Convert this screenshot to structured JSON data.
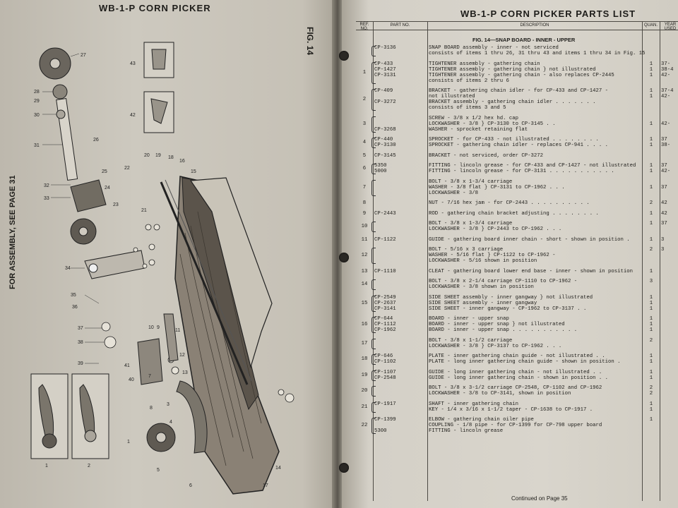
{
  "left_page": {
    "header": "WB-1-P CORN PICKER",
    "fig_label": "FIG. 14",
    "side_note": "FOR ASSEMBLY, SEE PAGE 31",
    "callouts": [
      "1",
      "2",
      "3",
      "4",
      "5",
      "6",
      "7",
      "8",
      "9",
      "10",
      "11",
      "12",
      "13",
      "14",
      "15",
      "16",
      "17",
      "18",
      "19",
      "20",
      "21",
      "22",
      "23",
      "24",
      "25",
      "26",
      "27",
      "28",
      "29",
      "30",
      "31",
      "32",
      "33",
      "34",
      "35",
      "36",
      "37",
      "38",
      "39",
      "40",
      "41",
      "42",
      "43"
    ]
  },
  "right_page": {
    "header": "WB-1-P CORN PICKER PARTS LIST",
    "columns": {
      "ref": "REF. NO.",
      "part": "PART NO.",
      "desc": "DESCRIPTION",
      "qty": "QUAN.",
      "year": "YEAR USED"
    },
    "fig_title": "FIG. 14—SNAP BOARD - INNER - UPPER",
    "footer": "Continued on Page 35",
    "rows": [
      {
        "ref": "",
        "parts": [
          "CP-3136"
        ],
        "desc": [
          "SNAP BOARD assembly - inner - not serviced",
          "consists of items 1 thru 26, 31 thru 43 and items 1 thru 34 in Fig. 15"
        ],
        "qty": [
          ""
        ],
        "year": [
          ""
        ]
      },
      {
        "ref": "1",
        "parts": [
          "CP-433",
          "CP-1427",
          "CP-3131"
        ],
        "desc": [
          "TIGHTENER assembly - gathering chain",
          "TIGHTENER assembly - gathering chain    } not illustrated",
          "TIGHTENER assembly - gathering chain - also replaces CP-2445",
          "consists of items 2 thru 6"
        ],
        "qty": [
          "1",
          "1",
          "1"
        ],
        "year": [
          "37-",
          "38-4",
          "42-"
        ]
      },
      {
        "ref": "2",
        "parts": [
          "CP-409",
          "",
          "CP-3272"
        ],
        "desc": [
          "BRACKET - gathering chain idler - for CP-433 and CP-1427 -",
          "not illustrated",
          "BRACKET assembly - gathering chain idler . . . . . . .",
          "consists of items 3 and 5"
        ],
        "qty": [
          "1",
          "1"
        ],
        "year": [
          "37-4",
          "42-"
        ]
      },
      {
        "ref": "3",
        "parts": [
          "",
          "",
          "CP-3268"
        ],
        "desc": [
          "SCREW - 3/8 x 1/2 hex hd. cap",
          "LOCKWASHER - 3/8              } CP-3130 to CP-3145 . .",
          "WASHER - sprocket retaining flat"
        ],
        "qty": [
          "",
          "1"
        ],
        "year": [
          "",
          "42-"
        ]
      },
      {
        "ref": "4",
        "parts": [
          "CP-440",
          "CP-3130"
        ],
        "desc": [
          "SPROCKET - for CP-433 - not illustrated . . . . . . . .",
          "SPROCKET - gathering chain idler - replaces CP-941 . . . ."
        ],
        "qty": [
          "1",
          "1"
        ],
        "year": [
          "37",
          "38-"
        ]
      },
      {
        "ref": "5",
        "parts": [
          "CP-3145"
        ],
        "desc": [
          "BRACKET - not serviced, order CP-3272"
        ],
        "qty": [
          ""
        ],
        "year": [
          ""
        ]
      },
      {
        "ref": "6",
        "parts": [
          "5350",
          "5000"
        ],
        "desc": [
          "FITTING - lincoln grease - for CP-433 and CP-1427 - not illustrated",
          "FITTING - lincoln grease - for CP-3131 . . . . . . . . . . ."
        ],
        "qty": [
          "1",
          "1"
        ],
        "year": [
          "37",
          "42-"
        ]
      },
      {
        "ref": "7",
        "parts": [
          ""
        ],
        "desc": [
          "BOLT - 3/8 x 1-3/4 carriage",
          "WASHER - 3/8 flat            } CP-3131 to CP-1962 . . .",
          "LOCKWASHER - 3/8"
        ],
        "qty": [
          "",
          "1"
        ],
        "year": [
          "",
          "37"
        ]
      },
      {
        "ref": "8",
        "parts": [
          ""
        ],
        "desc": [
          "NUT - 7/16 hex jam - for CP-2443 . . . . . . . . . ."
        ],
        "qty": [
          "2"
        ],
        "year": [
          "42"
        ]
      },
      {
        "ref": "9",
        "parts": [
          "CP-2443"
        ],
        "desc": [
          "ROD - gathering chain bracket adjusting . . . . . . . ."
        ],
        "qty": [
          "1"
        ],
        "year": [
          "42"
        ]
      },
      {
        "ref": "10",
        "parts": [
          ""
        ],
        "desc": [
          "BOLT - 3/8 x 1-3/4 carriage",
          "LOCKWASHER - 3/8           } CP-2443 to CP-1962 . . ."
        ],
        "qty": [
          "1"
        ],
        "year": [
          "37"
        ]
      },
      {
        "ref": "11",
        "parts": [
          "CP-1122"
        ],
        "desc": [
          "GUIDE - gathering board inner chain - short - shown in position ."
        ],
        "qty": [
          "1"
        ],
        "year": [
          "3"
        ]
      },
      {
        "ref": "12",
        "parts": [
          ""
        ],
        "desc": [
          "BOLT - 5/16 x 3 carriage",
          "WASHER - 5/16 flat          } CP-1122 to CP-1962 -",
          "LOCKWASHER - 5/16                shown in position"
        ],
        "qty": [
          "2"
        ],
        "year": [
          "3"
        ]
      },
      {
        "ref": "13",
        "parts": [
          "CP-1110"
        ],
        "desc": [
          "CLEAT - gathering board lower end base - inner - shown in position"
        ],
        "qty": [
          "1"
        ],
        "year": [
          ""
        ]
      },
      {
        "ref": "14",
        "parts": [
          ""
        ],
        "desc": [
          "BOLT - 3/8 x 2-1/4 carriage       CP-1110 to CP-1962 -",
          "LOCKWASHER - 3/8                    shown in position"
        ],
        "qty": [
          "3"
        ],
        "year": [
          ""
        ]
      },
      {
        "ref": "15",
        "parts": [
          "CP-2549",
          "CP-2637",
          "CP-3141"
        ],
        "desc": [
          "SIDE SHEET assembly - inner gangway   } not illustrated",
          "SIDE SHEET assembly - inner gangway",
          "SIDE SHEET - inner gangway - CP-1962 to CP-3137 . ."
        ],
        "qty": [
          "1",
          "1",
          "1"
        ],
        "year": [
          ""
        ]
      },
      {
        "ref": "16",
        "parts": [
          "CP-644",
          "CP-1112",
          "CP-1962"
        ],
        "desc": [
          "BOARD - inner - upper snap",
          "BOARD - inner - upper snap        } not illustrated",
          "BOARD - inner - upper snap . . . . . . . . . . ."
        ],
        "qty": [
          "1",
          "1",
          "1"
        ],
        "year": [
          ""
        ]
      },
      {
        "ref": "17",
        "parts": [
          ""
        ],
        "desc": [
          "BOLT - 3/8 x 1-1/2 carriage",
          "LOCKWASHER - 3/8              } CP-3137 to CP-1962 . . ."
        ],
        "qty": [
          "2"
        ],
        "year": [
          ""
        ]
      },
      {
        "ref": "18",
        "parts": [
          "CP-646",
          "CP-1102"
        ],
        "desc": [
          "PLATE - inner gathering chain guide - not illustrated . .",
          "PLATE - long inner gathering chain guide - shown in position ."
        ],
        "qty": [
          "1",
          "1"
        ],
        "year": [
          ""
        ]
      },
      {
        "ref": "19",
        "parts": [
          "CP-1107",
          "CP-2548"
        ],
        "desc": [
          "GUIDE - long inner gathering chain - not illustrated . .",
          "GUIDE - long inner gathering chain - shown in position . ."
        ],
        "qty": [
          "1",
          "1"
        ],
        "year": [
          ""
        ]
      },
      {
        "ref": "20",
        "parts": [
          ""
        ],
        "desc": [
          "BOLT - 3/8 x 3-1/2 carriage    CP-2548, CP-1102 and CP-1962",
          "LOCKWASHER - 3/8                 to CP-3141, shown in position"
        ],
        "qty": [
          "2",
          "2"
        ],
        "year": [
          ""
        ]
      },
      {
        "ref": "21",
        "parts": [
          "CP-1917"
        ],
        "desc": [
          "SHAFT - inner gathering chain",
          "KEY - 1/4 x 3/16 x 1-1/2 taper - CP-1638 to CP-1917 ."
        ],
        "qty": [
          "1",
          "1"
        ],
        "year": [
          ""
        ]
      },
      {
        "ref": "22",
        "parts": [
          "CP-1399",
          "",
          "5300"
        ],
        "desc": [
          "ELBOW - gathering chain oiler pipe",
          "COUPLING - 1/8 pipe - for CP-1399     for CP-798 upper board",
          "FITTING - lincoln grease"
        ],
        "qty": [
          "1"
        ],
        "year": [
          ""
        ]
      }
    ]
  }
}
